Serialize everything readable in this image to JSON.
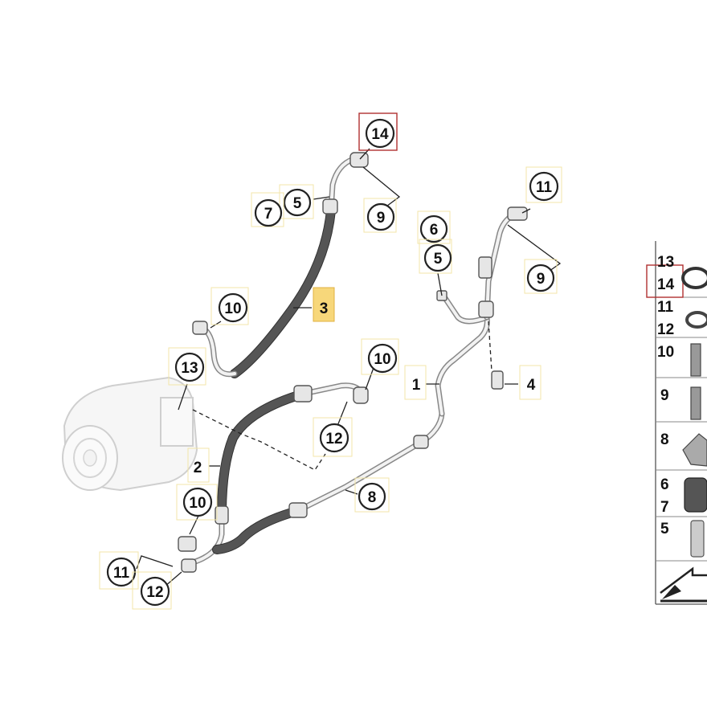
{
  "callouts": [
    {
      "id": "c14-top",
      "label": "14",
      "highlight": "red"
    },
    {
      "id": "c5-top",
      "label": "5"
    },
    {
      "id": "c7",
      "label": "7"
    },
    {
      "id": "c9-top",
      "label": "9"
    },
    {
      "id": "c11-right",
      "label": "11"
    },
    {
      "id": "c6",
      "label": "6"
    },
    {
      "id": "c5-mid",
      "label": "5"
    },
    {
      "id": "c9-right",
      "label": "9"
    },
    {
      "id": "c3",
      "label": "3",
      "highlight": "yellow"
    },
    {
      "id": "c10-upper",
      "label": "10"
    },
    {
      "id": "c13",
      "label": "13"
    },
    {
      "id": "c10-mid",
      "label": "10"
    },
    {
      "id": "c1",
      "label": "1"
    },
    {
      "id": "c4",
      "label": "4"
    },
    {
      "id": "c12-mid",
      "label": "12"
    },
    {
      "id": "c2",
      "label": "2"
    },
    {
      "id": "c10-lower",
      "label": "10"
    },
    {
      "id": "c8",
      "label": "8"
    },
    {
      "id": "c11-lower",
      "label": "11"
    },
    {
      "id": "c12-lower",
      "label": "12"
    }
  ],
  "side_index": {
    "labels": [
      "13",
      "14",
      "11",
      "12",
      "10",
      "9",
      "8",
      "6",
      "7",
      "5"
    ],
    "highlighted": "14"
  },
  "colors": {
    "highlight_yellow": "#f7d77a",
    "highlight_red": "#b03030"
  }
}
